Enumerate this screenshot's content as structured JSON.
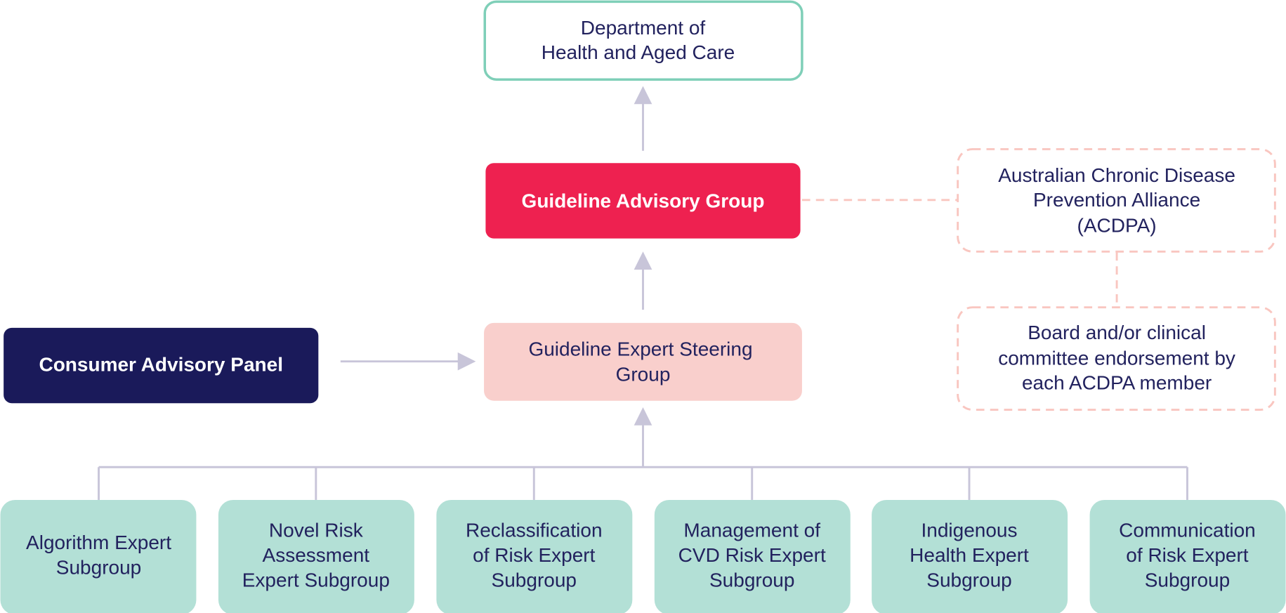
{
  "colors": {
    "navy": "#1a1a5a",
    "red": "#ee2150",
    "pink": "#f9cfcc",
    "teal_fill": "#b3e0d6",
    "teal_stroke": "#7fcfb8",
    "dash": "#f9c6c0",
    "arrow": "#c8c5d9",
    "text": "#22225e"
  },
  "nodes": {
    "department": [
      "Department of",
      "Health and Aged Care"
    ],
    "advisory_group": [
      "Guideline Advisory Group"
    ],
    "acdpa": [
      "Australian Chronic Disease",
      "Prevention Alliance",
      "(ACDPA)"
    ],
    "board": [
      "Board and/or clinical",
      "committee endorsement by",
      "each ACDPA member"
    ],
    "consumer_panel": [
      "Consumer Advisory Panel"
    ],
    "steering_group": [
      "Guideline Expert Steering",
      "Group"
    ]
  },
  "subgroups": [
    [
      "Algorithm Expert",
      "Subgroup"
    ],
    [
      "Novel Risk",
      "Assessment",
      "Expert Subgroup"
    ],
    [
      "Reclassification",
      "of Risk Expert",
      "Subgroup"
    ],
    [
      "Management of",
      "CVD Risk Expert",
      "Subgroup"
    ],
    [
      "Indigenous",
      "Health Expert",
      "Subgroup"
    ],
    [
      "Communication",
      "of Risk Expert",
      "Subgroup"
    ]
  ]
}
